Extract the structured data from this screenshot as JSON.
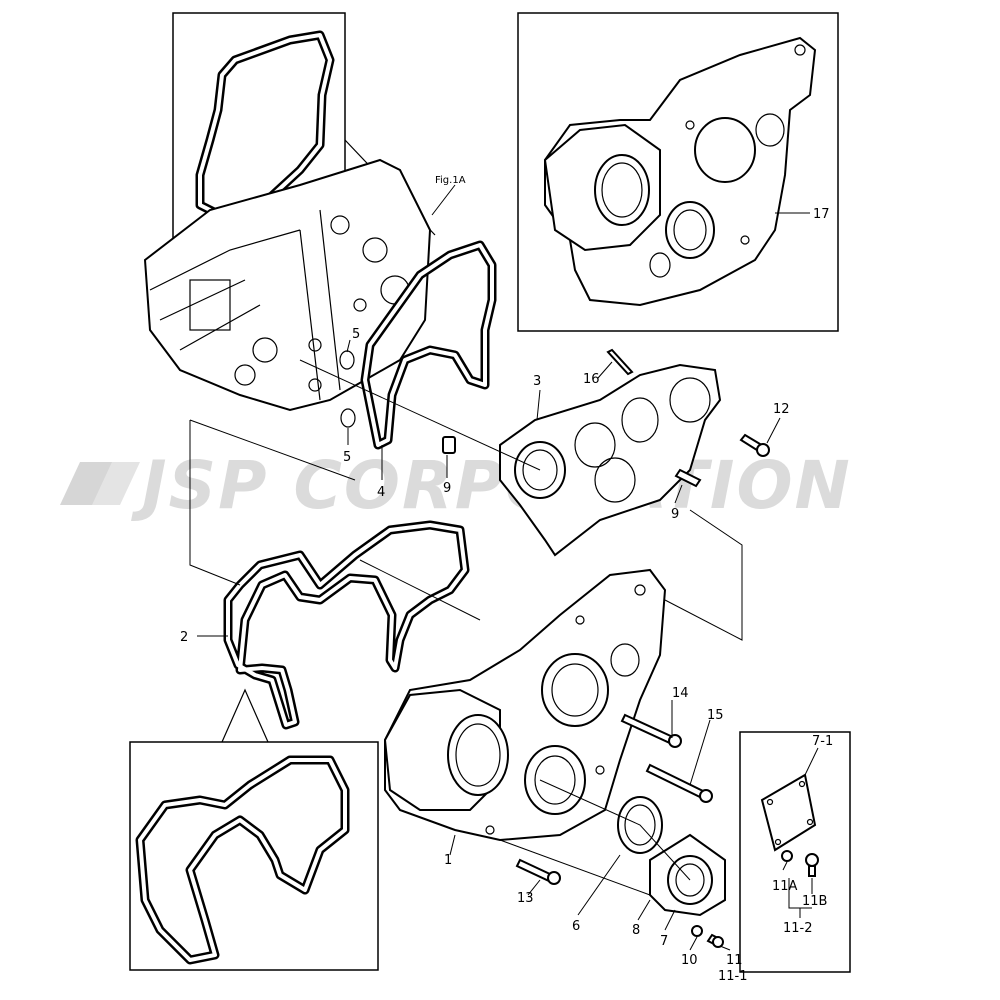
{
  "watermark": "JSP CORPORATION",
  "figure_ref": "Fig.1A",
  "callouts": {
    "c1": "1",
    "c2": "2",
    "c3": "3",
    "c4": "4",
    "c5a": "5",
    "c5b": "5",
    "c6": "6",
    "c7": "7",
    "c7_1": "7-1",
    "c8": "8",
    "c9a": "9",
    "c9b": "9",
    "c10": "10",
    "c11": "11",
    "c11_1": "11-1",
    "c11a": "11A",
    "c11b": "11B",
    "c11_2": "11-2",
    "c12": "12",
    "c13": "13",
    "c14": "14",
    "c15": "15",
    "c16": "16",
    "c17": "17"
  }
}
